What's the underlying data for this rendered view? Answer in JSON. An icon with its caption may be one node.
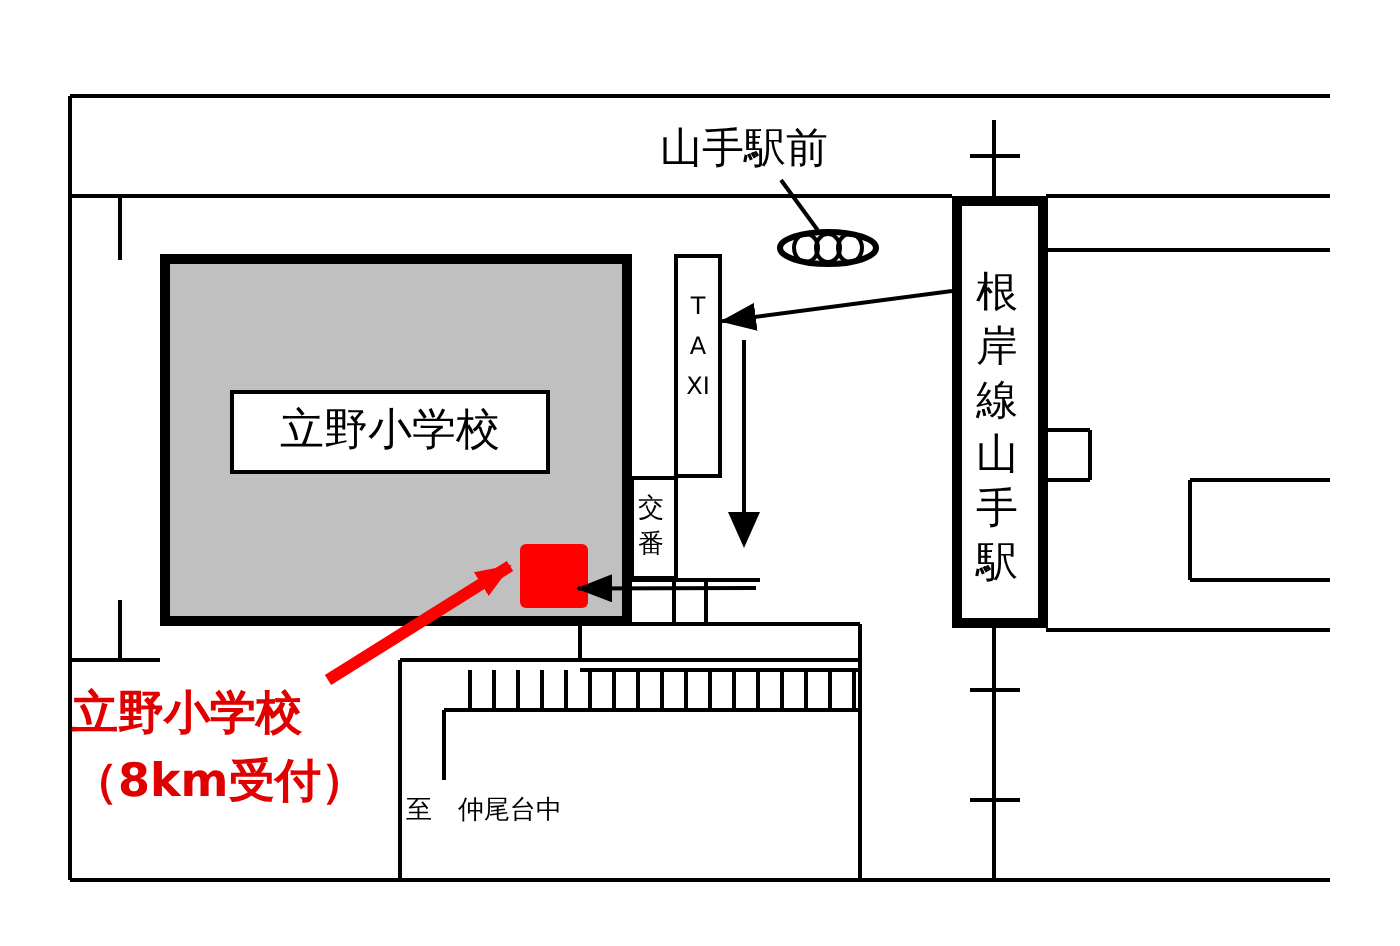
{
  "diagram": {
    "nodes": [
      {
        "text": [
          "立野小学校"
        ]
      },
      {
        "text": [
          "山手駅前"
        ]
      },
      {
        "text": [],
        "shape": "picture"
      },
      {
        "text": [
          "TAXI"
        ]
      },
      {
        "text": [
          "交番"
        ]
      },
      {
        "text": [
          "根岸線山手駅"
        ]
      },
      {
        "text": [],
        "shape": "box",
        "in": 0
      },
      {
        "text": [
          "立野小学校（8km受付）"
        ]
      }
    ],
    "edges": [
      {
        "from": 1,
        "to": 2,
        "arrow": "none"
      },
      {
        "from": 7,
        "to": 6,
        "arrow": "to",
        "style": "thick",
        "color": "#ff0000"
      },
      {
        "from": 5,
        "to": 3,
        "arrow": "to"
      },
      {
        "from": null,
        "to": 6,
        "arrow": "to"
      }
    ],
    "labels": [
      "至　仲尾台中"
    ]
  }
}
